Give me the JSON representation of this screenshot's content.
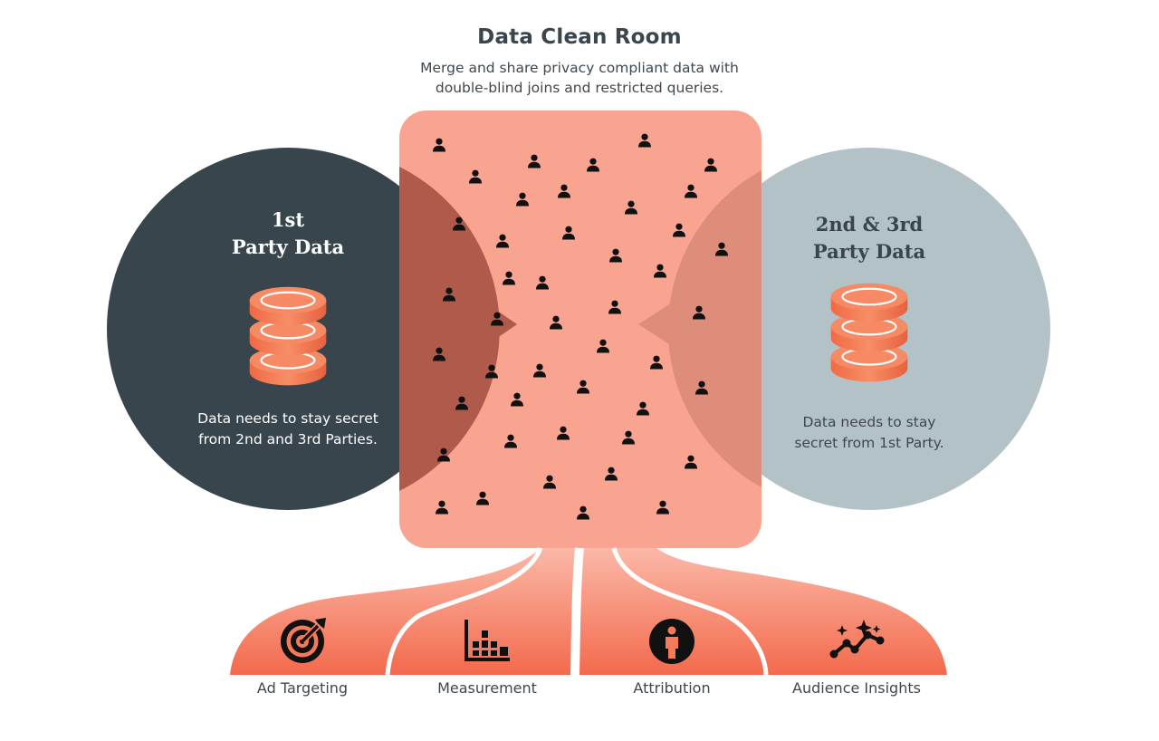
{
  "header": {
    "title": "Data Clean Room",
    "subtitle_line1": "Merge and share privacy compliant data with",
    "subtitle_line2": "double-blind joins and restricted queries."
  },
  "first_party": {
    "title_line1": "1st",
    "title_line2": "Party Data",
    "desc_line1": "Data needs to stay secret",
    "desc_line2": "from 2nd and 3rd Parties.",
    "color": "#38454c"
  },
  "other_party": {
    "title_line1": "2nd & 3rd",
    "title_line2": "Party Data",
    "desc_line1": "Data needs to stay",
    "desc_line2": "secret from 1st Party.",
    "color": "#b2c2c7"
  },
  "clean_room": {
    "color": "#f9a391"
  },
  "use_cases": [
    {
      "label": "Ad Targeting",
      "icon": "target-icon"
    },
    {
      "label": "Measurement",
      "icon": "bar-chart-icon"
    },
    {
      "label": "Attribution",
      "icon": "person-circle-icon"
    },
    {
      "label": "Audience Insights",
      "icon": "sparkle-trend-icon"
    }
  ],
  "colors": {
    "accent": "#f36b4e",
    "accent_light": "#fbb4a3",
    "database_fill": "#f47b58",
    "text_dark": "#3a454c"
  }
}
